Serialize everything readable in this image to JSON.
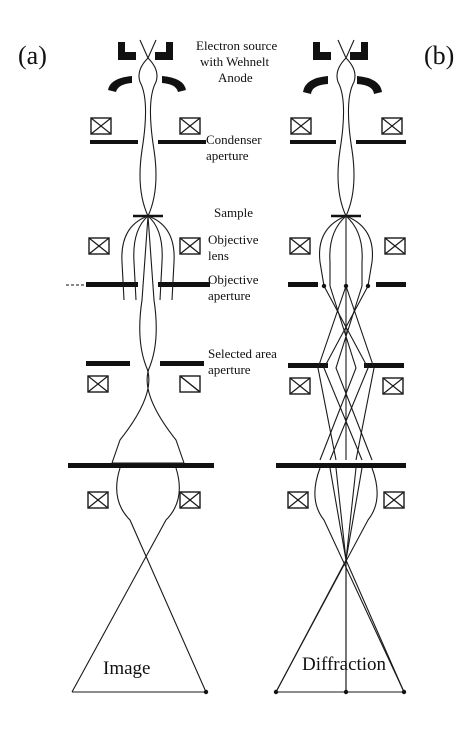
{
  "panels": {
    "a": "(a)",
    "b": "(b)"
  },
  "labels": {
    "source_line1": "Electron source",
    "source_line2": "with Wehnelt",
    "anode": "Anode",
    "condenser_line1": "Condenser",
    "condenser_line2": "aperture",
    "sample": "Sample",
    "objective_lens_line1": "Objective",
    "objective_lens_line2": "lens",
    "objective_aperture_line1": "Objective",
    "objective_aperture_line2": "aperture",
    "sad_line1": "Selected area",
    "sad_line2": "aperture",
    "image": "Image",
    "diffraction": "Diffraction"
  },
  "colors": {
    "ink": "#111111",
    "background": "#ffffff"
  }
}
